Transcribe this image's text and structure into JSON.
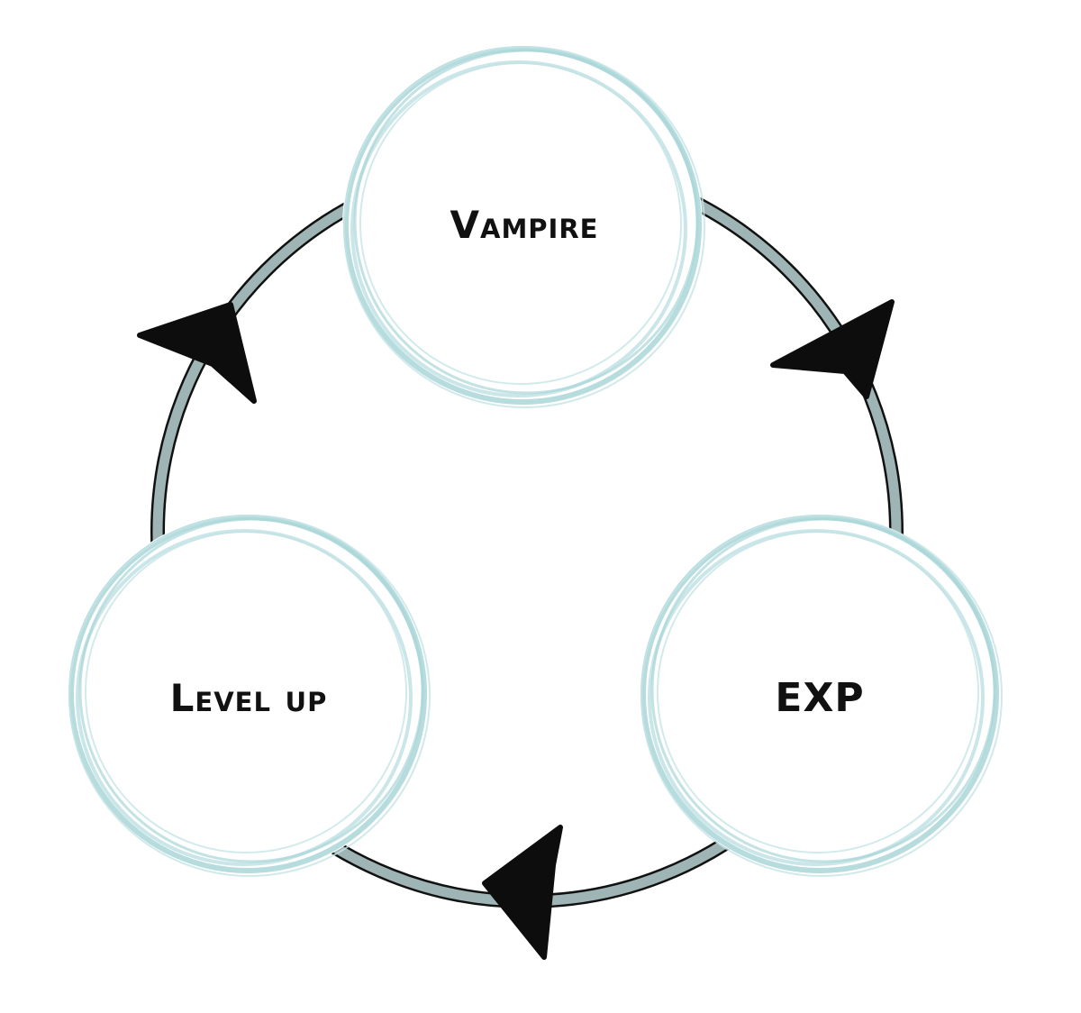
{
  "diagram": {
    "type": "cycle",
    "direction": "clockwise",
    "nodes": [
      {
        "id": "vampire",
        "label": "Vampire"
      },
      {
        "id": "exp",
        "label": "EXP"
      },
      {
        "id": "level-up",
        "label": "Level up"
      }
    ],
    "edges": [
      {
        "from": "vampire",
        "to": "exp"
      },
      {
        "from": "exp",
        "to": "level-up"
      },
      {
        "from": "level-up",
        "to": "vampire"
      }
    ]
  },
  "colors": {
    "ring_fill": "#9fb5b5",
    "ring_stroke": "#111111",
    "node_brush": "#a9d6d8",
    "node_fill": "#ffffff",
    "arrow": "#0d0d0d",
    "label": "#111111"
  }
}
